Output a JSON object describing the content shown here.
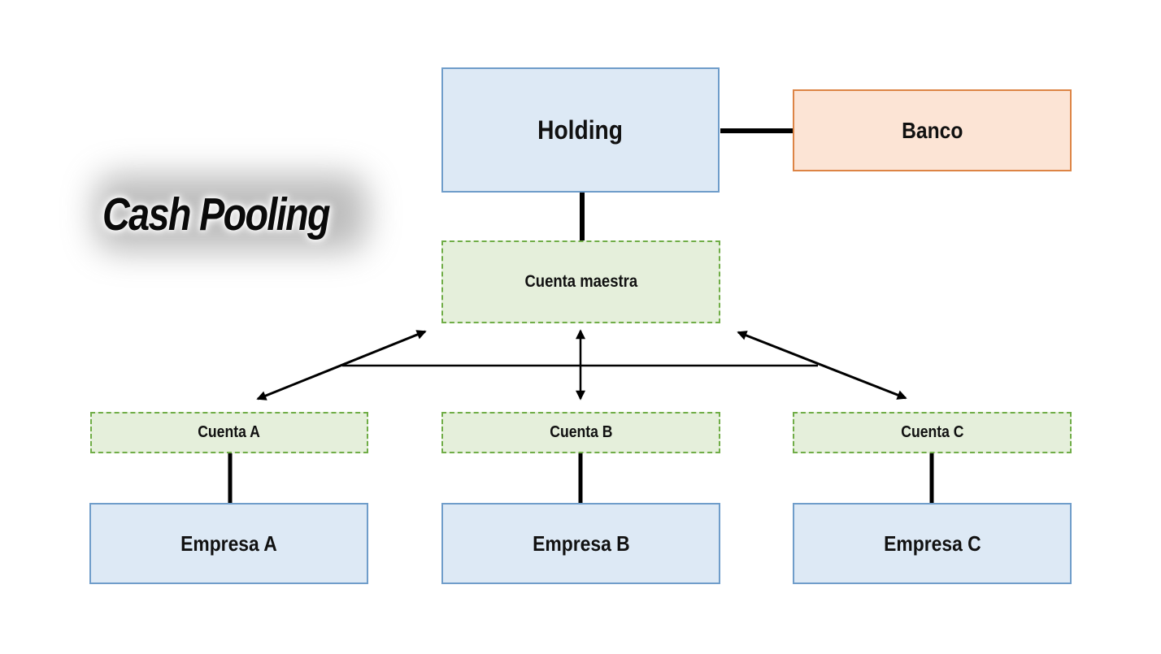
{
  "title": "Cash Pooling",
  "nodes": {
    "holding": {
      "label": "Holding"
    },
    "banco": {
      "label": "Banco"
    },
    "cuenta_maestra": {
      "label": "Cuenta maestra"
    },
    "cuenta_a": {
      "label": "Cuenta A"
    },
    "cuenta_b": {
      "label": "Cuenta B"
    },
    "cuenta_c": {
      "label": "Cuenta C"
    },
    "empresa_a": {
      "label": "Empresa A"
    },
    "empresa_b": {
      "label": "Empresa B"
    },
    "empresa_c": {
      "label": "Empresa C"
    }
  },
  "edges": [
    {
      "from": "Holding",
      "to": "Banco",
      "style": "thick-line"
    },
    {
      "from": "Holding",
      "to": "Cuenta maestra",
      "style": "thick-line"
    },
    {
      "from": "Cuenta maestra",
      "to": "Cuenta A",
      "style": "double-arrow"
    },
    {
      "from": "Cuenta maestra",
      "to": "Cuenta B",
      "style": "double-arrow"
    },
    {
      "from": "Cuenta maestra",
      "to": "Cuenta C",
      "style": "double-arrow"
    },
    {
      "from": "Cuenta A",
      "to": "Cuenta C",
      "style": "cross-line"
    },
    {
      "from": "Cuenta A",
      "to": "Empresa A",
      "style": "thick-line"
    },
    {
      "from": "Cuenta B",
      "to": "Empresa B",
      "style": "thick-line"
    },
    {
      "from": "Cuenta C",
      "to": "Empresa C",
      "style": "thick-line"
    }
  ],
  "colors": {
    "blue_fill": "#dde9f5",
    "blue_border": "#6f9dca",
    "orange_fill": "#fce4d5",
    "orange_border": "#dd8445",
    "green_fill": "#e5efdb",
    "green_border": "#70ad47",
    "connector": "#000000",
    "title_text": "#0a0a0a"
  }
}
